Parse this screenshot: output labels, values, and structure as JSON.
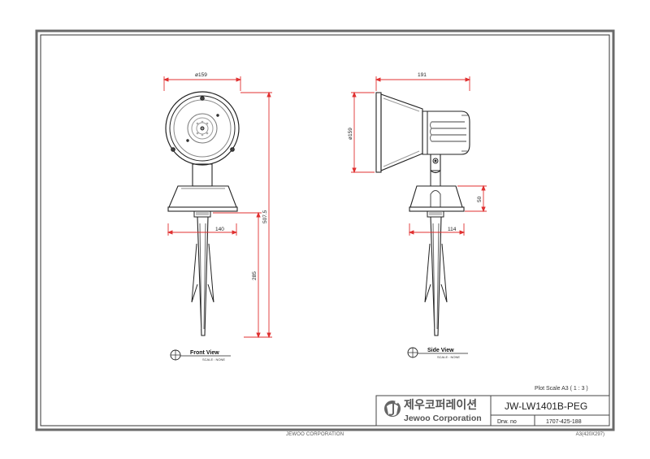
{
  "drawing": {
    "views": {
      "front": {
        "title": "Front View",
        "scale": "SCALE : NONE"
      },
      "side": {
        "title": "Side View",
        "scale": "SCALE : NONE"
      }
    },
    "dimensions": {
      "front_diameter": "ø159",
      "front_base_width": "140",
      "total_height": "507.5",
      "spike_length": "285",
      "side_depth": "191",
      "side_diameter": "ø159",
      "side_base_height": "50",
      "side_base_width": "114"
    }
  },
  "title_block": {
    "plot_scale": "Plot Scale  A3 ( 1 : 3 )",
    "company_korean": "제우코퍼레이션",
    "company_english": "Jewoo Corporation",
    "model": "JW-LW1401B-PEG",
    "drw_label": "Drw. no",
    "drw_number": "1707-425-188"
  },
  "footer": {
    "company": "JEWOO CORPORATION",
    "paper": "A3(420X297)"
  },
  "colors": {
    "border": "#555555",
    "dimension": "#e03030",
    "ink": "#222222"
  }
}
